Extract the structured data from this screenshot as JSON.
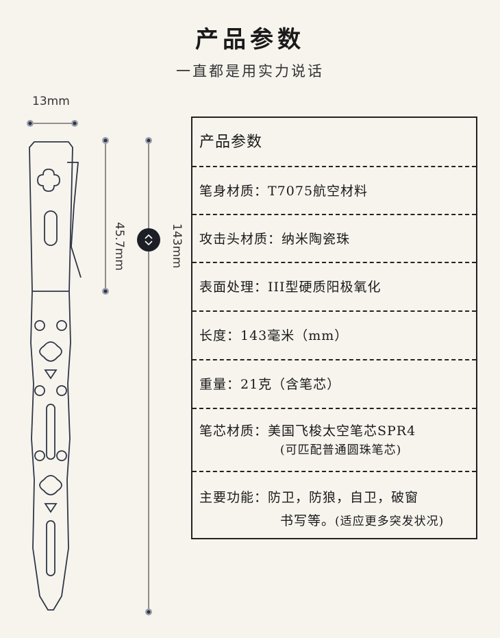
{
  "header": {
    "title": "产品参数",
    "subtitle": "一直都是用实力说话"
  },
  "dimensions": {
    "width": "13mm",
    "clip_length": "45.7mm",
    "total_length": "143mm"
  },
  "table": {
    "heading": "产品参数",
    "rows": [
      {
        "text": "笔身材质：T7075航空材料"
      },
      {
        "text": "攻击头材质：纳米陶瓷珠"
      },
      {
        "text": "表面处理：III型硬质阳极氧化"
      },
      {
        "text": "长度：143毫米（mm）"
      },
      {
        "text": "重量：21克（含笔芯）"
      },
      {
        "text": "笔芯材质：美国飞梭太空笔芯SPR4",
        "sub": "(可匹配普通圆珠笔芯)"
      },
      {
        "text": "主要功能：防卫，防狼，自卫，破窗",
        "sub": "书写等。",
        "sub_note": "(适应更多突发状况)"
      }
    ]
  }
}
